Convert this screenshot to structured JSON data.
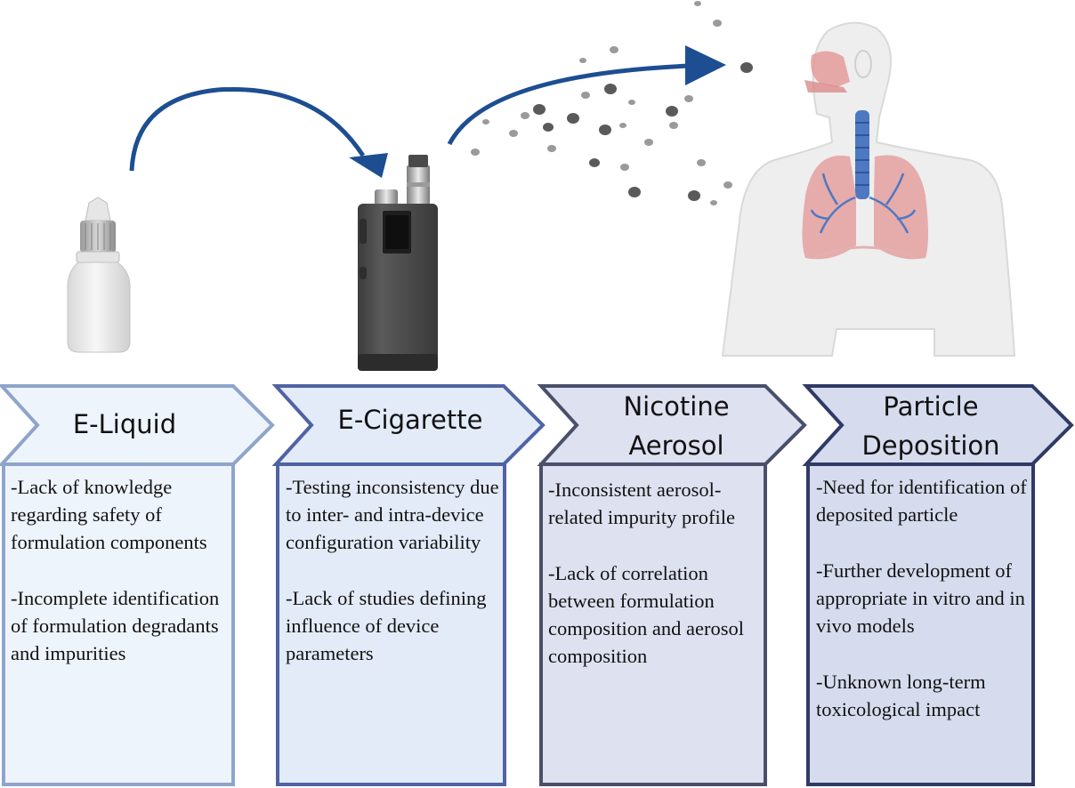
{
  "stages": [
    {
      "title_lines": [
        "E-Liquid"
      ],
      "bullets": [
        "-Lack of knowledge regarding safety of formulation components",
        "-Incomplete identification of formulation degradants and impurities"
      ]
    },
    {
      "title_lines": [
        "E-Cigarette"
      ],
      "bullets": [
        "-Testing inconsistency due to inter- and intra-device configuration variability",
        "-Lack of studies defining influence of device parameters"
      ]
    },
    {
      "title_lines": [
        "Nicotine",
        "Aerosol"
      ],
      "bullets": [
        "-Inconsistent aerosol-related impurity profile",
        "-Lack of correlation between formulation composition and aerosol composition"
      ]
    },
    {
      "title_lines": [
        "Particle",
        "Deposition"
      ],
      "bullets": [
        "-Need for identification of deposited particle",
        "-Further development of appropriate in vitro and in vivo models",
        "-Unknown long-term toxicological impact"
      ]
    }
  ],
  "colors": {
    "arrow": "#1d4e91",
    "stage_borders": [
      "#8fa4cc",
      "#4f63a3",
      "#4a4f6b",
      "#2f3a66"
    ],
    "stage_fills": [
      "#eef4fc",
      "#e3ebf8",
      "#dde1f0",
      "#d6dcee"
    ],
    "particles": [
      "#5a5a5a",
      "#9a9a9a"
    ]
  },
  "icons": [
    "dropper-bottle-icon",
    "vape-device-icon",
    "aerosol-particles-icon",
    "human-respiratory-system-icon",
    "curved-arrow-icon"
  ]
}
